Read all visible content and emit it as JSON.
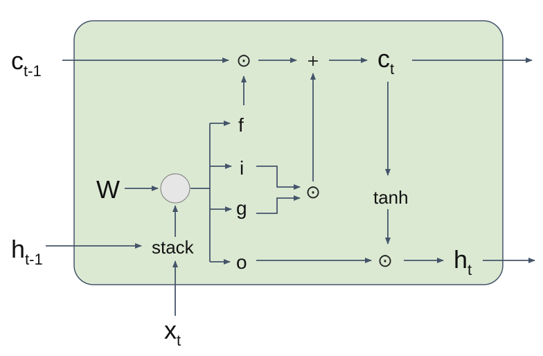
{
  "inputs": {
    "c_prev": {
      "base": "c",
      "sub": "t-1"
    },
    "h_prev": {
      "base": "h",
      "sub": "t-1"
    },
    "x": {
      "base": "x",
      "sub": "t"
    },
    "w": "W"
  },
  "outputs": {
    "c": {
      "base": "c",
      "sub": "t"
    },
    "h": {
      "base": "h",
      "sub": "t"
    }
  },
  "nodes": {
    "stack": "stack",
    "tanh": "tanh",
    "gates": {
      "f": "f",
      "i": "i",
      "g": "g",
      "o": "o"
    },
    "hadamard": "⊙",
    "plus": "+"
  },
  "colors": {
    "cell_fill": "#dbe9d2",
    "cell_stroke": "#44546a",
    "arrow": "#44546a",
    "node_fill": "#e6e6e6"
  }
}
